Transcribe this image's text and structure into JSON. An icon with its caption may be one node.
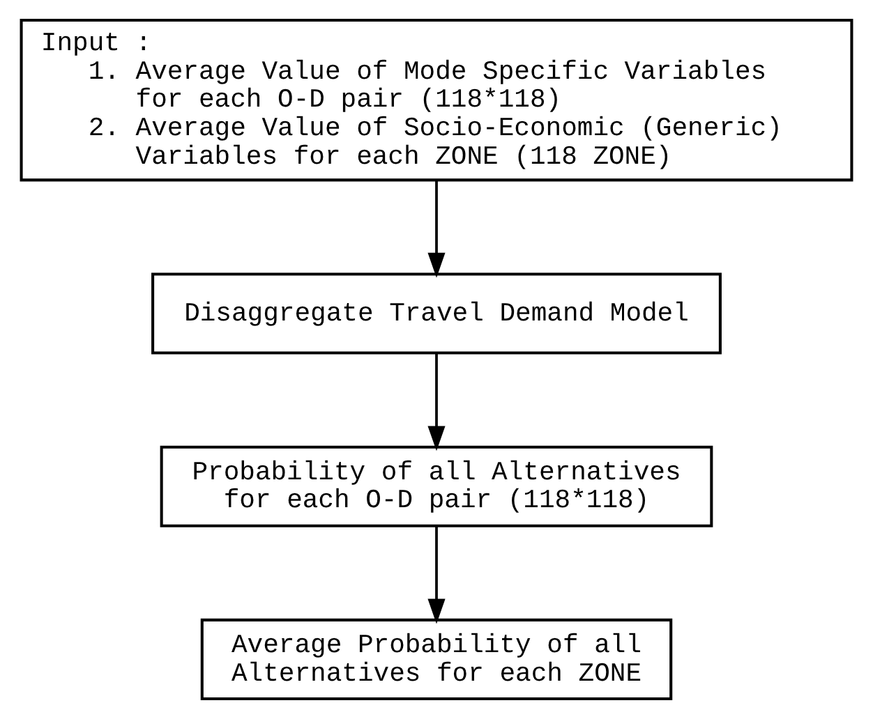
{
  "diagram": {
    "nodes": [
      {
        "text": [
          "Input :",
          "1. Average Value of Mode Specific Variables for each O-D pair (118*118)",
          "2. Average Value of Socio-Economic (Generic) Variables for each ZONE (118 ZONE)"
        ]
      },
      {
        "text": [
          "Disaggregate Travel Demand Model"
        ]
      },
      {
        "text": [
          "Probability of all Alternatives for each O-D pair (118*118)"
        ]
      },
      {
        "text": [
          "Average Probability of all Alternatives for each ZONE"
        ]
      }
    ],
    "edges": [
      {
        "from": 0,
        "to": 1,
        "arrow": "to"
      },
      {
        "from": 1,
        "to": 2,
        "arrow": "to"
      },
      {
        "from": 2,
        "to": 3,
        "arrow": "to"
      }
    ]
  }
}
